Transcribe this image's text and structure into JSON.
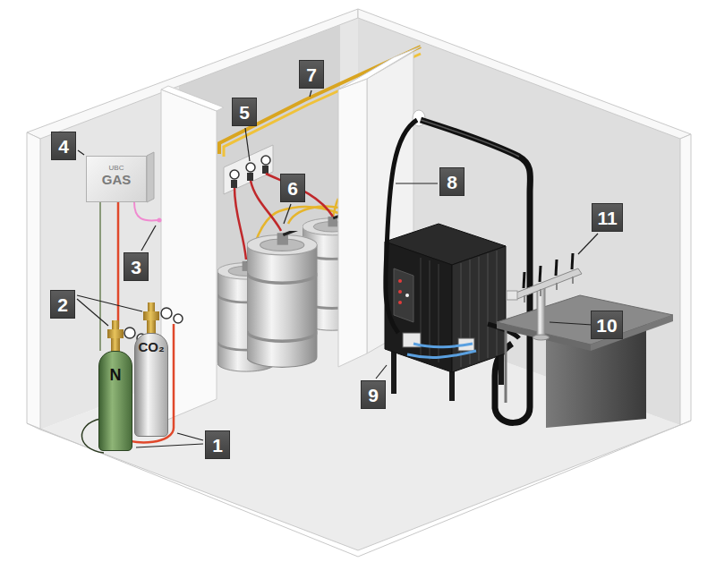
{
  "diagram": {
    "nodes": [
      {
        "text": [
          "UBC",
          "GAS"
        ]
      },
      {
        "text": [
          "N"
        ]
      },
      {
        "text": [
          "CO₂"
        ]
      }
    ],
    "labels": [
      "1",
      "2",
      "3",
      "4",
      "5",
      "6",
      "7",
      "8",
      "9",
      "10",
      "11"
    ]
  }
}
